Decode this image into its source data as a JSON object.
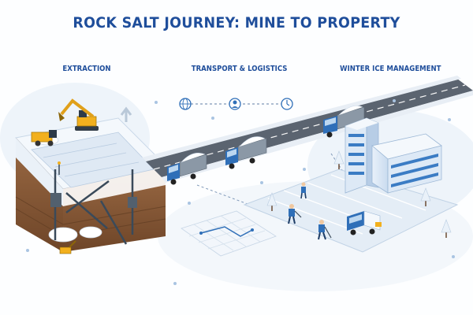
{
  "title": "ROCK SALT JOURNEY: MINE TO PROPERTY",
  "stages": [
    {
      "label": "EXTRACTION"
    },
    {
      "label": "TRANSPORT & LOGISTICS"
    },
    {
      "label": "WINTER ICE MANAGEMENT"
    }
  ],
  "icons": [
    "globe-icon",
    "customer-service-icon",
    "clock-icon"
  ],
  "colors": {
    "title": "#1f4e9b",
    "truck_cab": "#2f6fb8",
    "excavator": "#f2b01e",
    "road": "#5b6470",
    "snow": "#eaf2f9",
    "soil": "#8a5a36"
  }
}
